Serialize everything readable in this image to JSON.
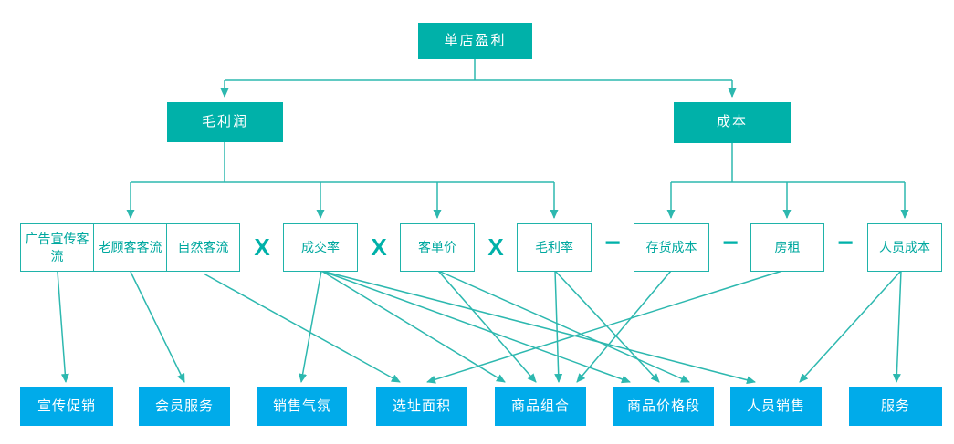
{
  "colors": {
    "node_fill_teal": "#00b1a9",
    "node_fill_blue": "#00abea",
    "outline_border": "#1fb3aa",
    "outline_text": "#00a89f",
    "connector_line": "#2db8af"
  },
  "root": {
    "label": "单店盈利"
  },
  "level2": {
    "gross_profit": {
      "label": "毛利润"
    },
    "cost": {
      "label": "成本"
    }
  },
  "level3": {
    "ad_traffic": {
      "label": "广告宣传客流"
    },
    "repeat_customer_traffic": {
      "label": "老顾客客流"
    },
    "natural_traffic": {
      "label": "自然客流"
    },
    "conversion_rate": {
      "label": "成交率"
    },
    "avg_ticket": {
      "label": "客单价"
    },
    "gross_margin": {
      "label": "毛利率"
    },
    "inventory_cost": {
      "label": "存货成本"
    },
    "rent": {
      "label": "房租"
    },
    "staff_cost": {
      "label": "人员成本"
    }
  },
  "operators": [
    {
      "symbol": "X"
    },
    {
      "symbol": "X"
    },
    {
      "symbol": "X"
    },
    {
      "symbol": "−"
    },
    {
      "symbol": "−"
    },
    {
      "symbol": "−"
    }
  ],
  "bottom": {
    "promotion": {
      "label": "宣传促销"
    },
    "member_service": {
      "label": "会员服务"
    },
    "sales_atmosphere": {
      "label": "销售气氛"
    },
    "location_area": {
      "label": "选址面积"
    },
    "product_mix": {
      "label": "商品组合"
    },
    "price_range": {
      "label": "商品价格段"
    },
    "personal_selling": {
      "label": "人员销售"
    },
    "service": {
      "label": "服务"
    }
  }
}
